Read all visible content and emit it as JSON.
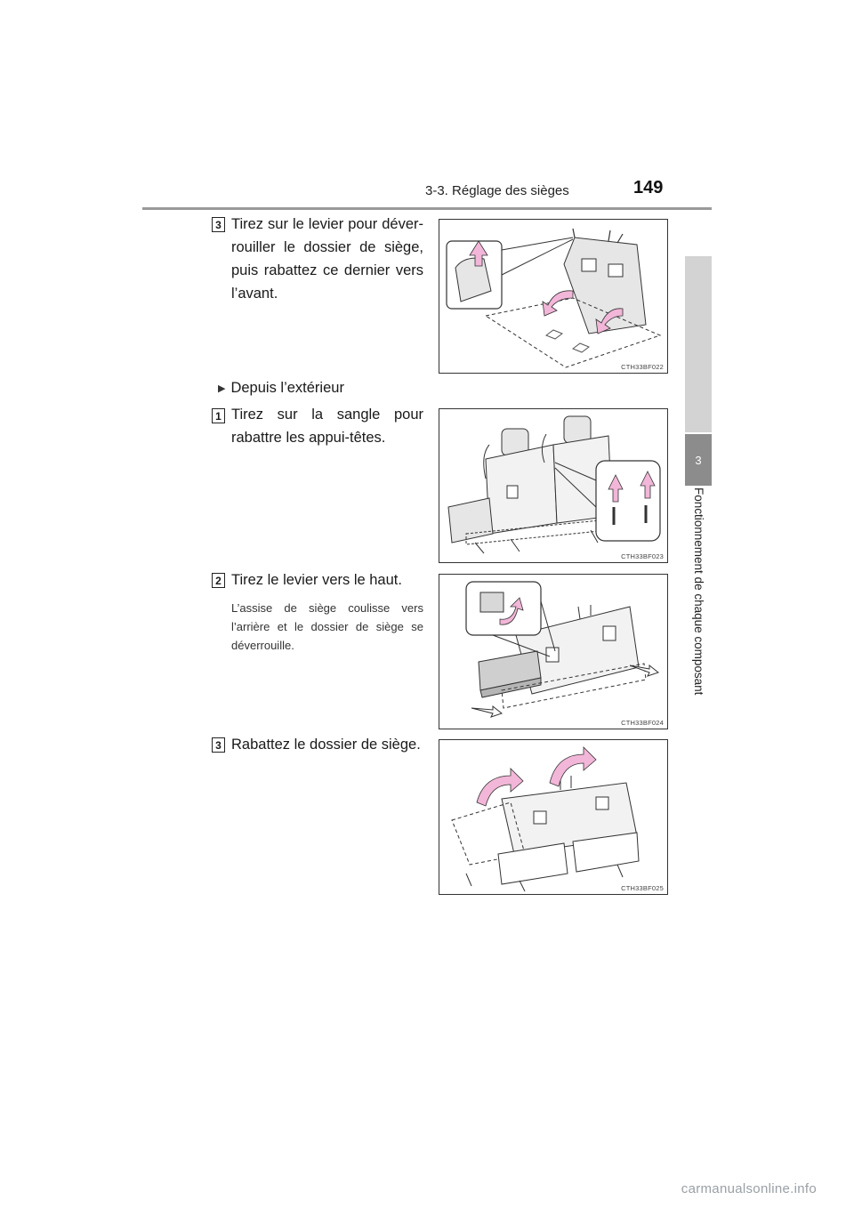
{
  "header": {
    "section": "3-3. Réglage des sièges",
    "page_number": "149"
  },
  "side_tab": {
    "number": "3",
    "chapter_title": "Fonctionnement de chaque composant"
  },
  "steps": [
    {
      "badge": "3",
      "text": "Tirez sur le levier pour déver-rouiller le dossier de siège, puis rabattez ce dernier vers l’avant.",
      "figure_code": "CTH33BF022"
    },
    {
      "badge": "1",
      "text": "Tirez sur la sangle pour rabattre les appui-têtes.",
      "figure_code": "CTH33BF023"
    },
    {
      "badge": "2",
      "text": "Tirez le levier vers le haut.",
      "note": "L’assise de siège coulisse vers l’arrière et le dossier de siège se déverrouille.",
      "figure_code": "CTH33BF024"
    },
    {
      "badge": "3",
      "text": "Rabattez le dossier de siège.",
      "figure_code": "CTH33BF025"
    }
  ],
  "subheading": {
    "bullet_icon": "triangle-right-icon",
    "text": "Depuis l’extérieur"
  },
  "colors": {
    "arrow_pink": "#f2b6d8",
    "tab_dark": "#8c8c8c",
    "rule": "#9a9a9a"
  },
  "footer": {
    "watermark": "carmanualsonline.info"
  }
}
